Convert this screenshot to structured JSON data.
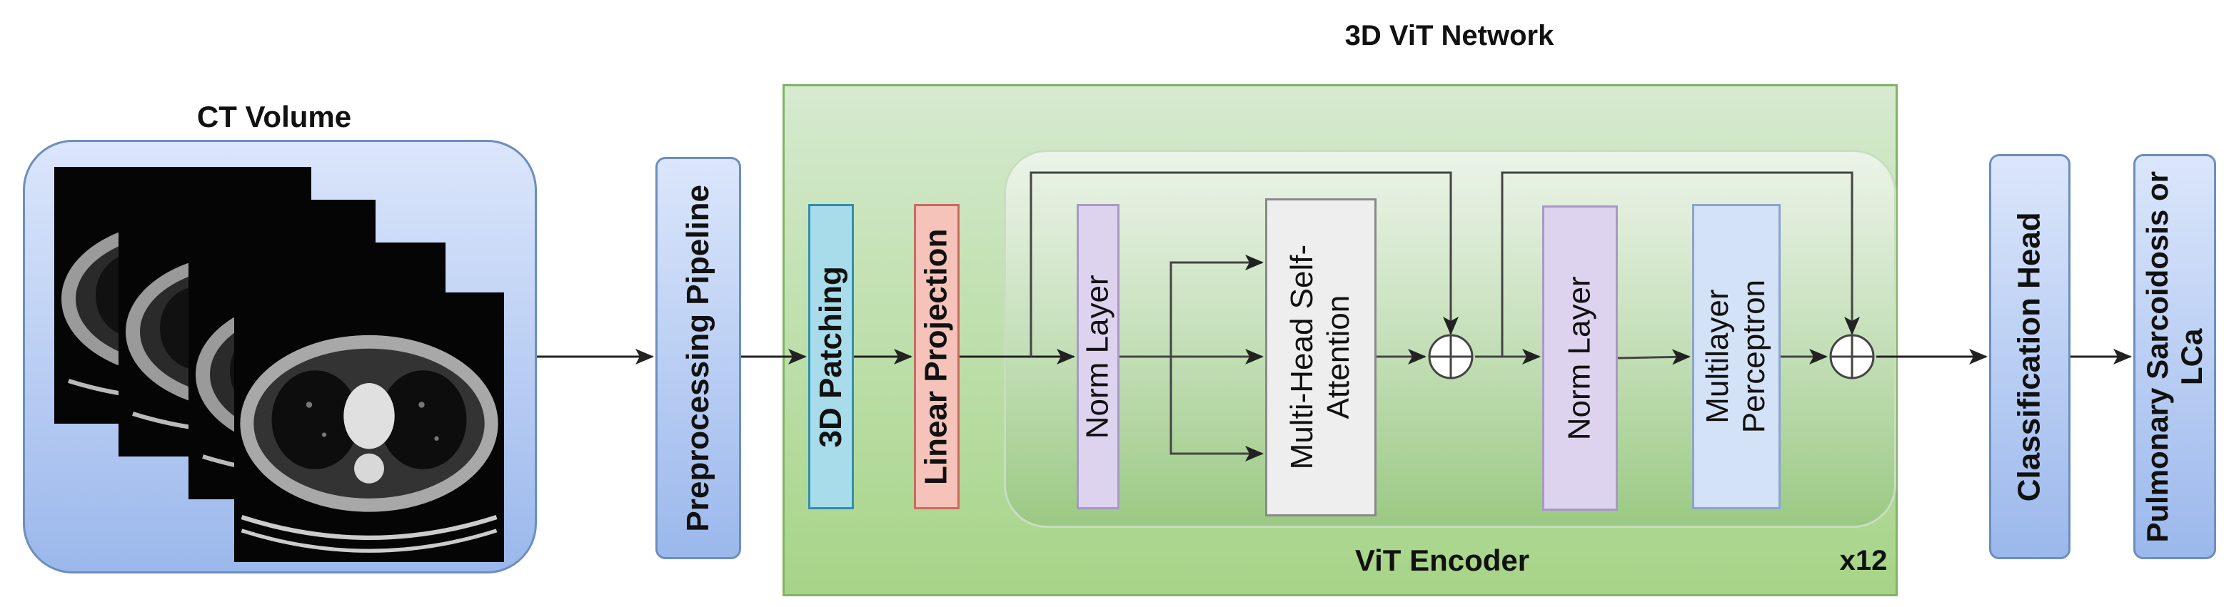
{
  "network_title": "3D ViT Network",
  "ct_volume": {
    "title": "CT Volume"
  },
  "preprocessing": {
    "label": "Preprocessing Pipeline"
  },
  "patching": {
    "label": "3D Patching"
  },
  "projection": {
    "label": "Linear Projection"
  },
  "encoder": {
    "title": "ViT Encoder",
    "repeat": "x12",
    "norm1": "Norm Layer",
    "attention": [
      "Multi-Head Self-",
      "Attention"
    ],
    "norm2": "Norm Layer",
    "mlp": [
      "Multilayer",
      "Perceptron"
    ]
  },
  "classification_head": {
    "label": "Classification Head"
  },
  "output": {
    "label": [
      "Pulmonary Sarcoidosis or",
      "LCa"
    ]
  },
  "colors": {
    "blue_box": "#9db7e6",
    "green_panel": "#9fd07d",
    "patching_fill": "#a9dcea",
    "projection_fill": "#f6c3bb",
    "norm_fill": "#ddd3ee",
    "attention_fill": "#eeeeee",
    "mlp_fill": "#d4e2f7"
  }
}
